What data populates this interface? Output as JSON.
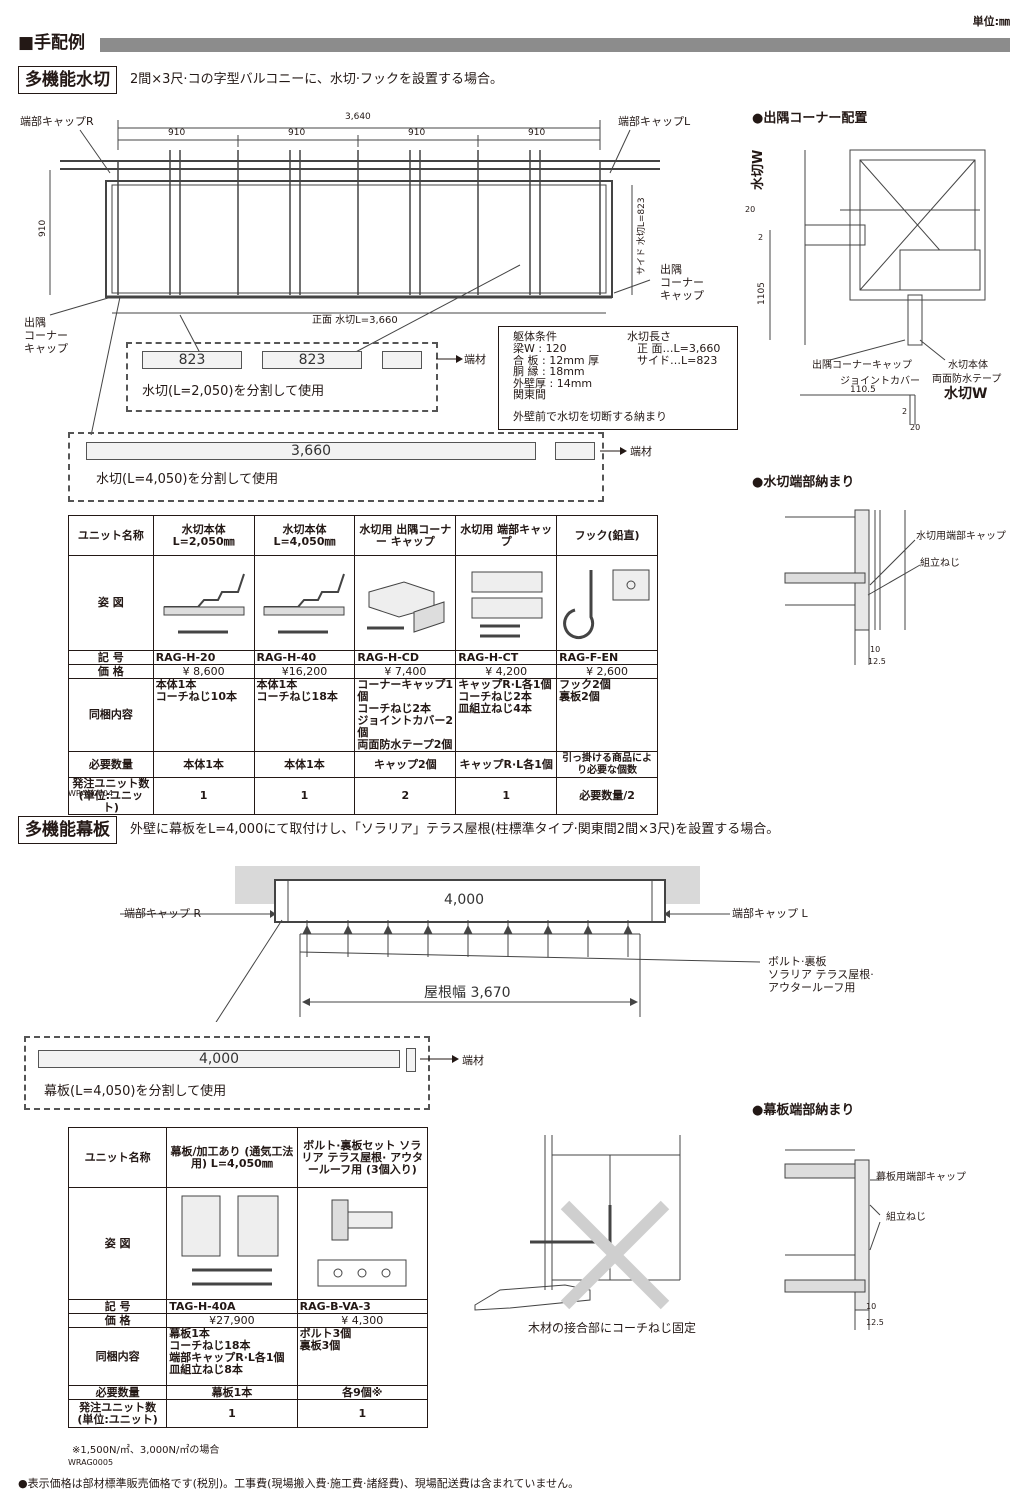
{
  "unit_label": "単位:㎜",
  "section_title": "■手配例",
  "mizukiri": {
    "tag": "多機能水切",
    "description": "2間×3尺·コの字型バルコニーに、水切·フックを設置する場合。",
    "cap_r": "端部キャップR",
    "cap_l": "端部キャップL",
    "dim_total": "3,640",
    "dim_910": "910",
    "dim_left_910": "910",
    "side_label": "サイド 水切L=823",
    "front_label": "正面 水切L=3,660",
    "corner_right": [
      "出隅",
      "コーナー",
      "キャップ"
    ],
    "corner_left": [
      "出隅",
      "コーナー",
      "キャップ"
    ],
    "cut1_a": "823",
    "cut1_b": "823",
    "cut1_note": "水切(L=2,050)を分割して使用",
    "cut2_a": "3,660",
    "cut2_note": "水切(L=4,050)を分割して使用",
    "end_label": "端材",
    "cond_title": "躯体条件",
    "cond_lines": [
      "梁W : 120",
      "合 板 : 12mm 厚",
      "胴 縁 : 18mm",
      "外壁厚 : 14mm",
      "関東間"
    ],
    "len_title": "水切長さ",
    "len_lines": [
      "正 面…L=3,660",
      "サイド…L=823"
    ],
    "cond_note": "外壁前で水切を切断する納まり",
    "code": "WRAG0004"
  },
  "corner": {
    "title": "●出隅コーナー配置",
    "mizukiri_w": "水切W",
    "dim_20": "20",
    "dim_2": "2",
    "dim_1105": "1105",
    "labels": [
      "出隅コーナーキャップ",
      "ジョイントカバー",
      "水切本体",
      "両面防水テープ"
    ],
    "dim_1105b": "110.5",
    "mizukiri_w2": "水切W",
    "dim_2b": "2",
    "dim_20b": "20"
  },
  "end1": {
    "title": "●水切端部納まり",
    "labels": [
      "水切用端部キャップ",
      "組立ねじ"
    ],
    "dim_10": "10",
    "dim_125": "12.5"
  },
  "table1": {
    "header": [
      "ユニット名称",
      "水切本体 L=2,050㎜",
      "水切本体 L=4,050㎜",
      "水切用 出隅コーナー キャップ",
      "水切用 端部キャップ",
      "フック(鉛直)"
    ],
    "row_fig": "姿 図",
    "row_code_label": "記 号",
    "codes": [
      "RAG-H-20",
      "RAG-H-40",
      "RAG-H-CD",
      "RAG-H-CT",
      "RAG-F-EN"
    ],
    "row_price_label": "価 格",
    "prices": [
      "¥ 8,600",
      "¥16,200",
      "¥ 7,400",
      "¥ 4,200",
      "¥ 2,600"
    ],
    "row_contents_label": "同梱内容",
    "contents": [
      [
        "本体1本",
        "コーチねじ10本"
      ],
      [
        "本体1本",
        "コーチねじ18本"
      ],
      [
        "コーナーキャップ1個",
        "コーチねじ2本",
        "ジョイントカバー2個",
        "両面防水テープ2個"
      ],
      [
        "キャップR·L各1個",
        "コーチねじ2本",
        "皿組立ねじ4本"
      ],
      [
        "フック2個",
        "裏板2個"
      ]
    ],
    "row_need_label": "必要数量",
    "needs": [
      "本体1本",
      "本体1本",
      "キャップ2個",
      "キャップR·L各1個",
      "引っ掛ける商品により必要な個数"
    ],
    "row_order_label": "発注ユニット数 (単位:ユニット)",
    "orders": [
      "1",
      "1",
      "2",
      "1",
      "必要数量/2"
    ]
  },
  "makuita": {
    "tag": "多機能幕板",
    "description": "外壁に幕板をL=4,000にて取付けし、「ソラリア」テラス屋根(柱標準タイプ·関東間2間×3尺)を設置する場合。",
    "board": "4,000",
    "cap_r": "端部キャップ R",
    "cap_l": "端部キャップ L",
    "bolt_label": [
      "ボルト·裏板",
      "ソラリア テラス屋根·",
      "アウタールーフ用"
    ],
    "roof_width": "屋根幅 3,670",
    "cut_a": "4,000",
    "cut_note": "幕板(L=4,050)を分割して使用",
    "end_label": "端材",
    "wood_note": "木材の接合部にコーチねじ固定",
    "code": "WRAG0005"
  },
  "end2": {
    "title": "●幕板端部納まり",
    "labels": [
      "幕板用端部キャップ",
      "組立ねじ"
    ],
    "dim_10": "10",
    "dim_125": "12.5"
  },
  "table2": {
    "header": [
      "ユニット名称",
      "幕板/加工あり (通気工法用) L=4,050㎜",
      "ボルト·裏板セット ソラリア テラス屋根· アウタールーフ用 (3個入り)"
    ],
    "row_fig": "姿 図",
    "row_code_label": "記 号",
    "codes": [
      "TAG-H-40A",
      "RAG-B-VA-3"
    ],
    "row_price_label": "価 格",
    "prices": [
      "¥27,900",
      "¥ 4,300"
    ],
    "row_contents_label": "同梱内容",
    "contents": [
      [
        "幕板1本",
        "コーチねじ18本",
        "端部キャップR·L各1個",
        "皿組立ねじ8本"
      ],
      [
        "ボルト3個",
        "裏板3個"
      ]
    ],
    "row_need_label": "必要数量",
    "needs": [
      "幕板1本",
      "各9個※"
    ],
    "row_order_label": "発注ユニット数 (単位:ユニット)",
    "orders": [
      "1",
      "1"
    ],
    "note": "※1,500N/㎡、3,000N/㎡の場合"
  },
  "footer": "●表示価格は部材標準販売価格です(税別)。工事費(現場搬入費·施工費·諸経費)、現場配送費は含まれていません。"
}
